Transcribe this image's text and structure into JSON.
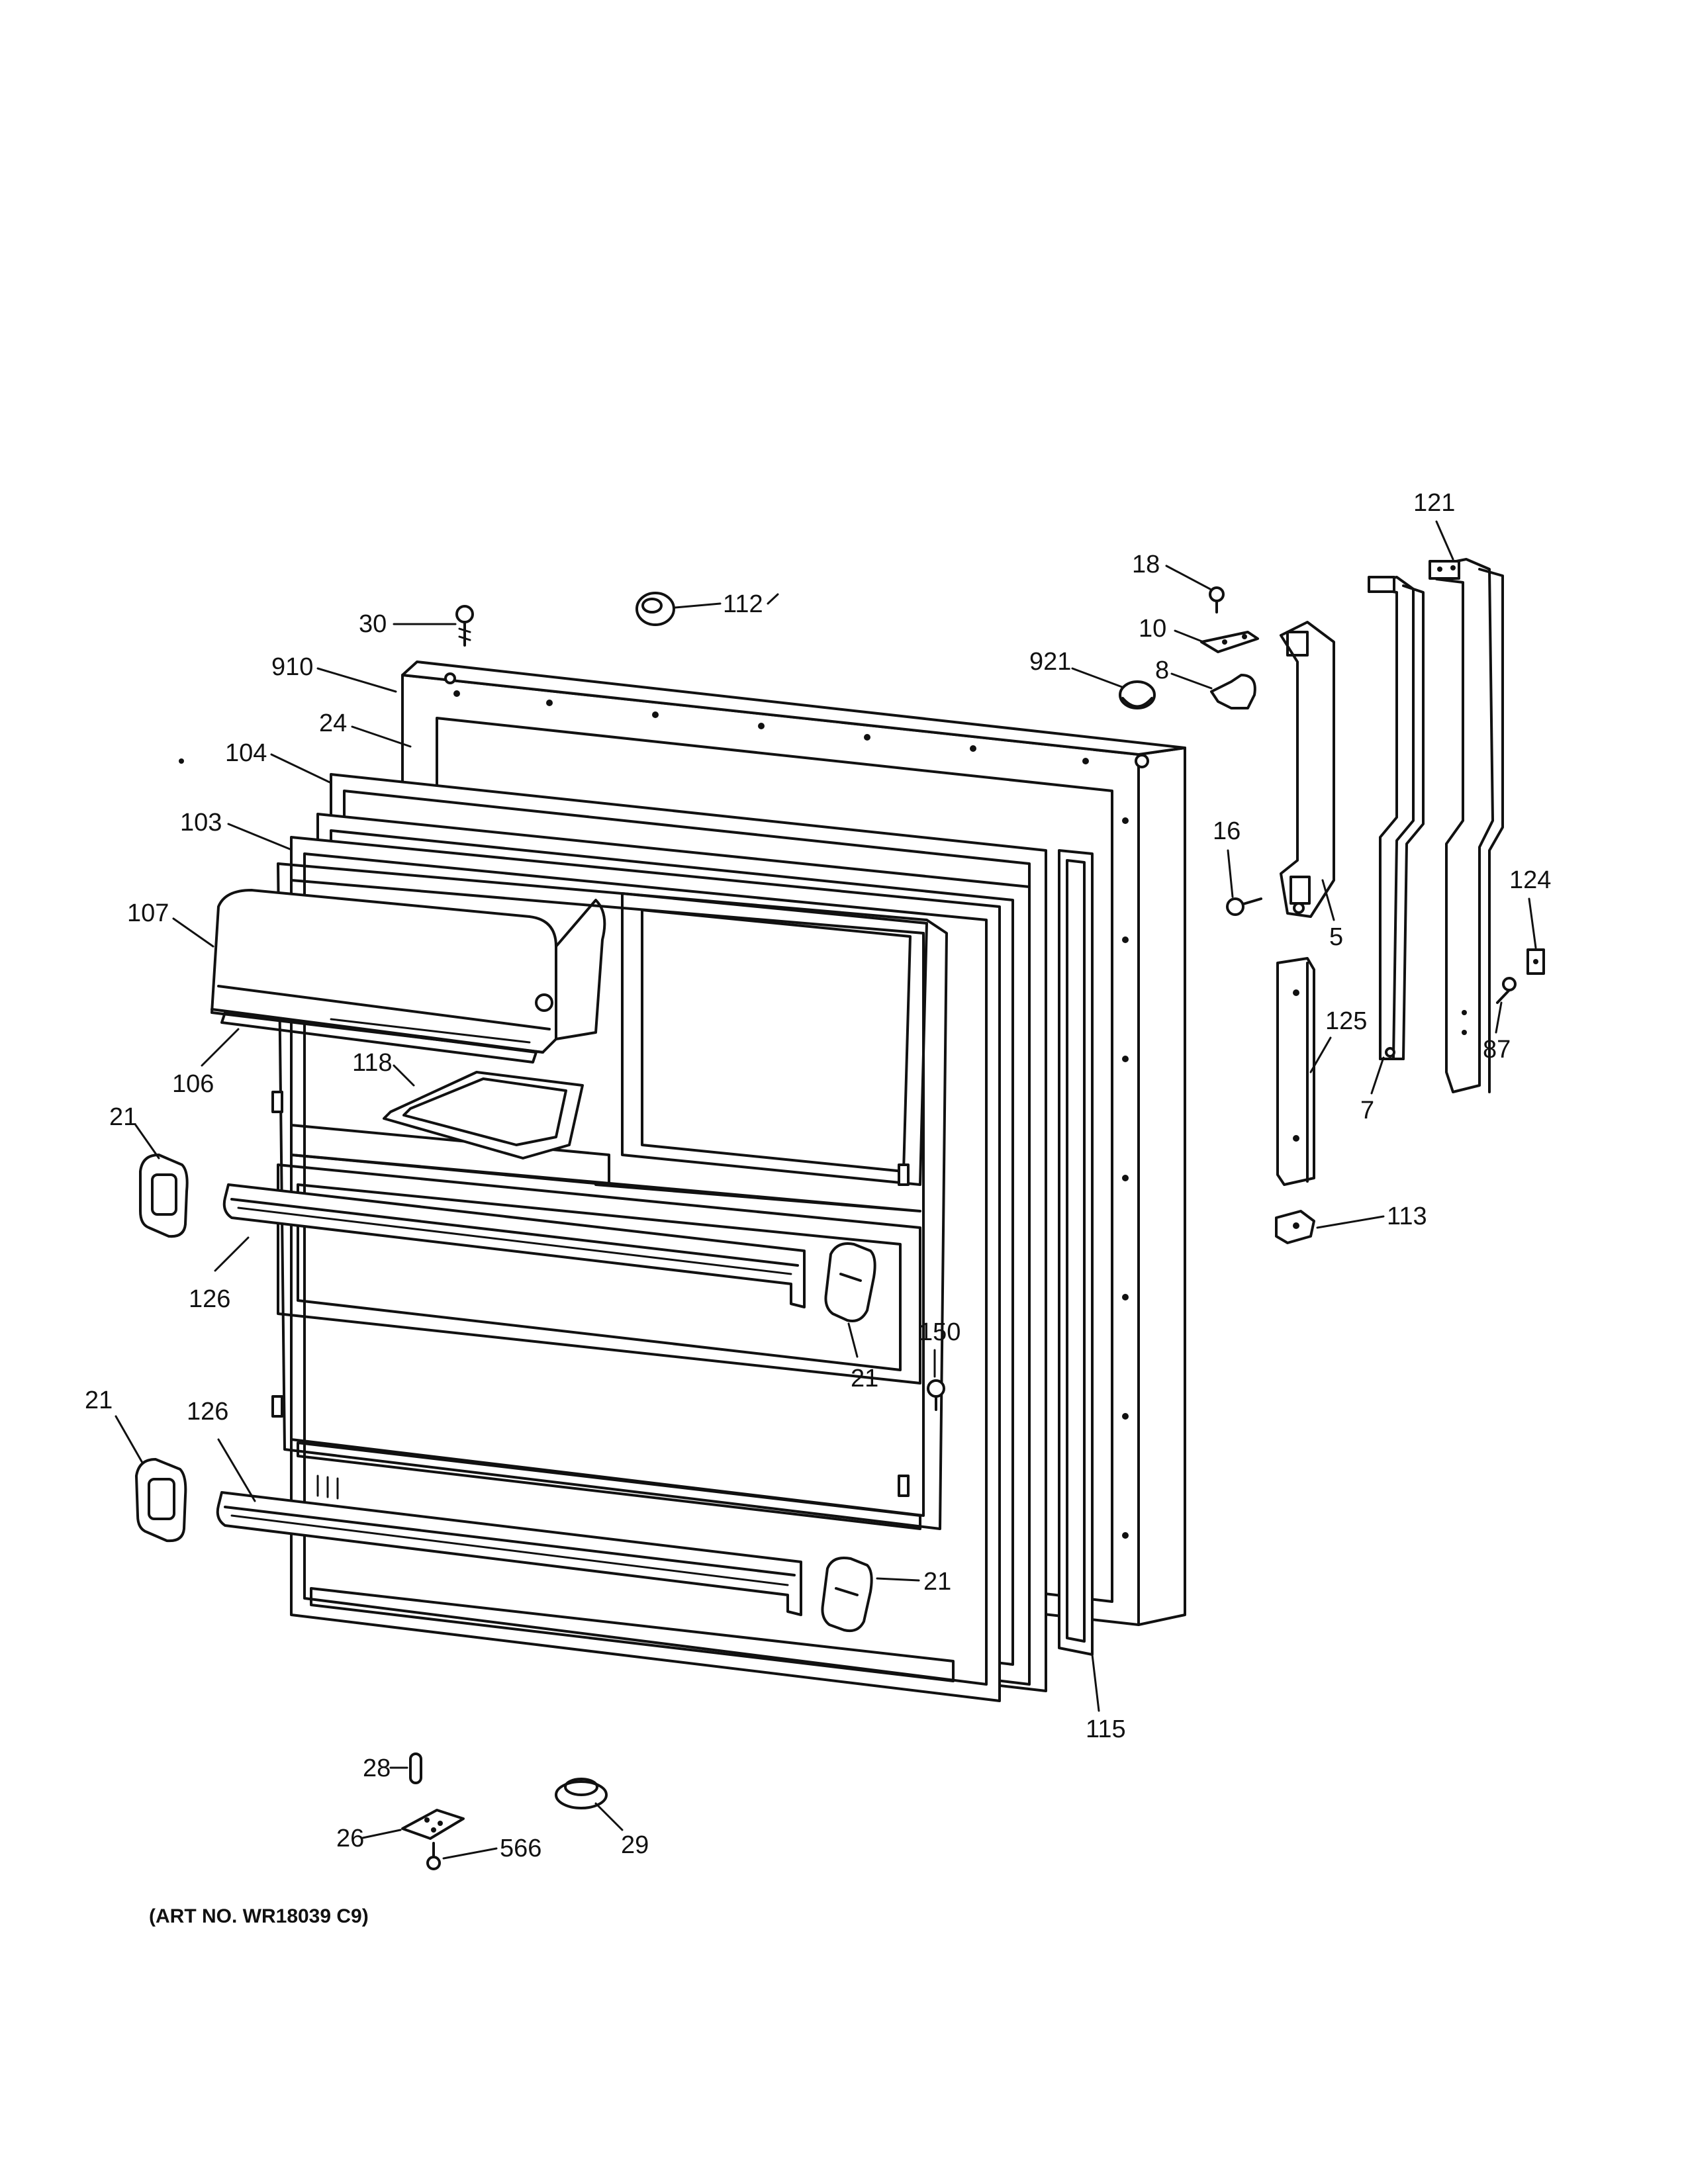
{
  "art_number": "(ART NO. WR18039 C9)",
  "callouts": [
    {
      "id": "c30",
      "text": "30"
    },
    {
      "id": "c112",
      "text": "112"
    },
    {
      "id": "c910",
      "text": "910"
    },
    {
      "id": "c24",
      "text": "24"
    },
    {
      "id": "c104",
      "text": "104"
    },
    {
      "id": "c103",
      "text": "103"
    },
    {
      "id": "c107",
      "text": "107"
    },
    {
      "id": "c106",
      "text": "106"
    },
    {
      "id": "c118",
      "text": "118"
    },
    {
      "id": "c21a",
      "text": "21"
    },
    {
      "id": "c126a",
      "text": "126"
    },
    {
      "id": "c21b",
      "text": "21"
    },
    {
      "id": "c150",
      "text": "150"
    },
    {
      "id": "c21c",
      "text": "21"
    },
    {
      "id": "c126b",
      "text": "126"
    },
    {
      "id": "c21d",
      "text": "21"
    },
    {
      "id": "c115",
      "text": "115"
    },
    {
      "id": "c18",
      "text": "18"
    },
    {
      "id": "c10",
      "text": "10"
    },
    {
      "id": "c921",
      "text": "921"
    },
    {
      "id": "c8",
      "text": "8"
    },
    {
      "id": "c16",
      "text": "16"
    },
    {
      "id": "c5",
      "text": "5"
    },
    {
      "id": "c121",
      "text": "121"
    },
    {
      "id": "c124",
      "text": "124"
    },
    {
      "id": "c125",
      "text": "125"
    },
    {
      "id": "c7",
      "text": "7"
    },
    {
      "id": "c87",
      "text": "87"
    },
    {
      "id": "c113",
      "text": "113"
    },
    {
      "id": "c28",
      "text": "28"
    },
    {
      "id": "c26",
      "text": "26"
    },
    {
      "id": "c566",
      "text": "566"
    },
    {
      "id": "c29",
      "text": "29"
    }
  ]
}
